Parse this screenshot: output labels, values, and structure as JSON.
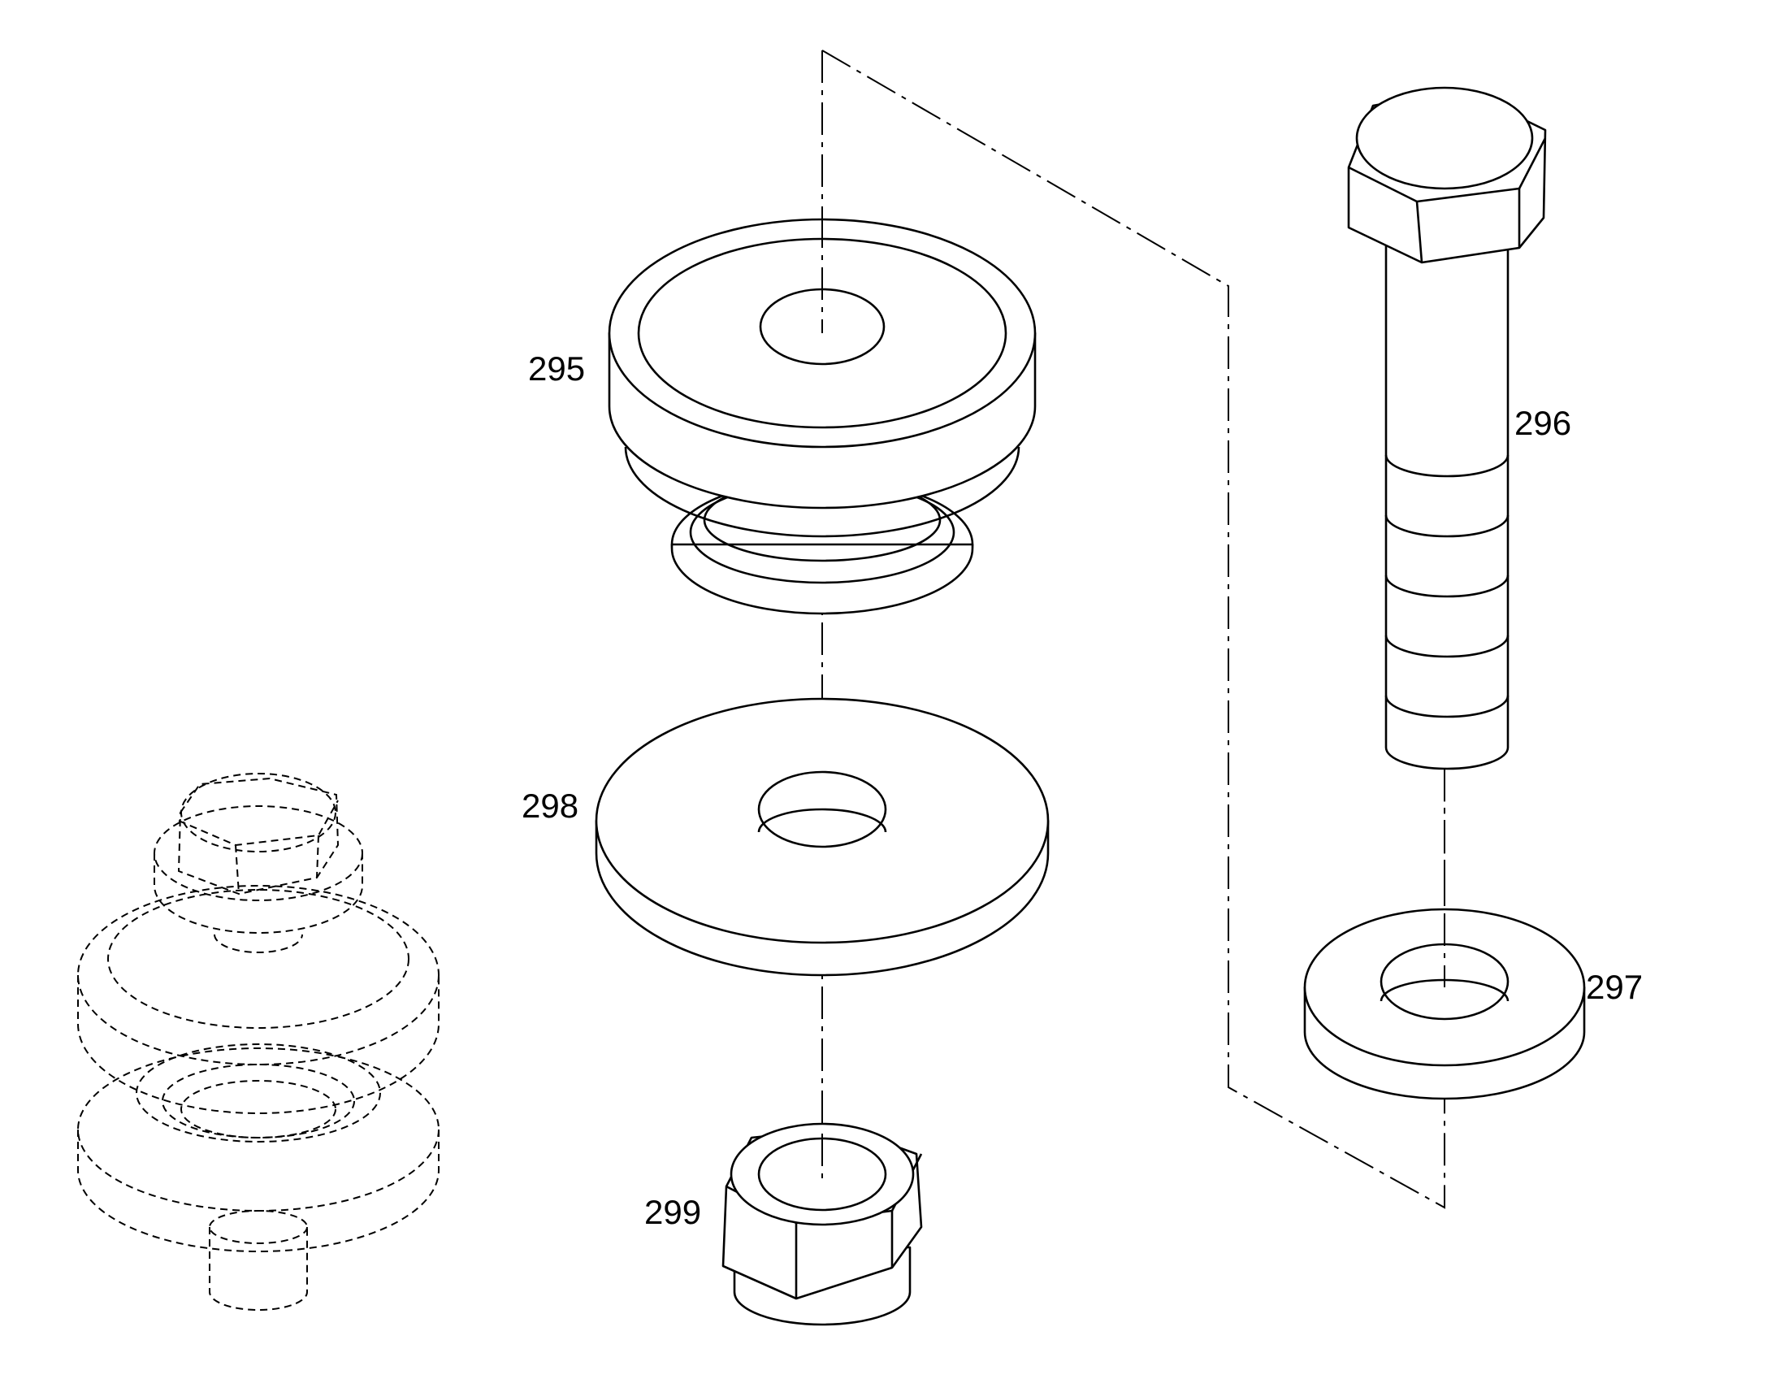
{
  "callouts": {
    "washer_large": "295",
    "bolt": "296",
    "washer_small": "297",
    "flat_washer": "298",
    "nut": "299"
  }
}
